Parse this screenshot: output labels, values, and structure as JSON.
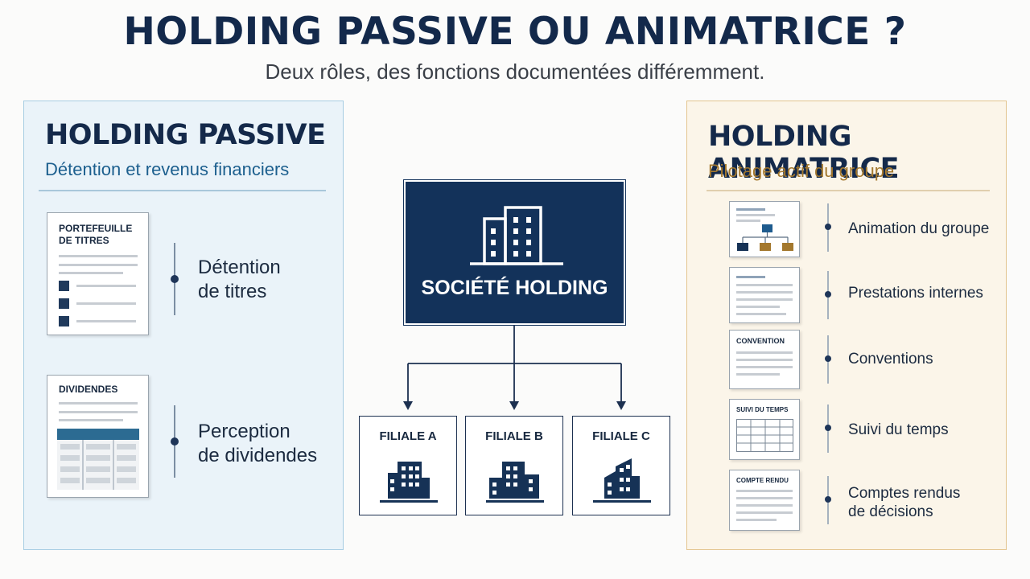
{
  "header": {
    "title": "HOLDING PASSIVE OU ANIMATRICE ?",
    "subtitle": "Deux rôles, des fonctions documentées différemment."
  },
  "passive": {
    "title": "HOLDING PASSIVE",
    "subtitle": "Détention et revenus financiers",
    "items": [
      {
        "doc_label_line1": "PORTEFEUILLE",
        "doc_label_line2": "DE TITRES",
        "text_line1": "Détention",
        "text_line2": "de titres"
      },
      {
        "doc_label_line1": "DIVIDENDES",
        "text_line1": "Perception",
        "text_line2": "de dividendes"
      }
    ]
  },
  "center": {
    "holding_label": "SOCIÉTÉ HOLDING",
    "subsidiaries": [
      "FILIALE A",
      "FILIALE B",
      "FILIALE C"
    ]
  },
  "animatrice": {
    "title": "HOLDING ANIMATRICE",
    "subtitle": "Pilotage actif du groupe",
    "items": [
      {
        "doc_label": "",
        "text_line1": "Animation du groupe",
        "text_line2": ""
      },
      {
        "doc_label": "",
        "text_line1": "Prestations internes",
        "text_line2": ""
      },
      {
        "doc_label": "CONVENTION",
        "text_line1": "Conventions",
        "text_line2": ""
      },
      {
        "doc_label": "SUIVI DU TEMPS",
        "text_line1": "Suivi du temps",
        "text_line2": ""
      },
      {
        "doc_label": "COMPTE RENDU",
        "text_line1": "Comptes rendus",
        "text_line2": "de décisions"
      }
    ]
  },
  "colors": {
    "navy": "#13325a",
    "passive_panel": "#eaf3f9",
    "animatrice_panel": "#fbf5e9",
    "gold": "#a3782e",
    "blue_accent": "#1c5f8e"
  }
}
